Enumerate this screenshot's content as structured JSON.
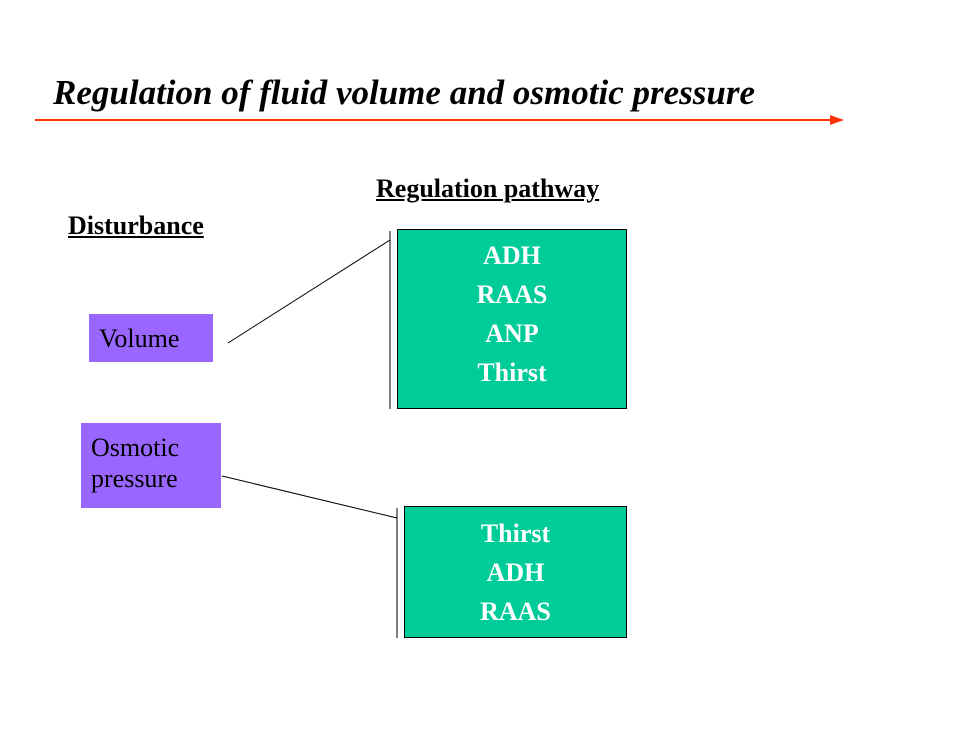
{
  "title": "Regulation of fluid volume and osmotic pressure",
  "headings": {
    "pathway": "Regulation pathway",
    "disturbance": "Disturbance"
  },
  "disturbances": {
    "volume": {
      "label": "Volume"
    },
    "osmotic": {
      "line1": "Osmotic",
      "line2": "pressure"
    }
  },
  "pathways": {
    "volume": [
      "ADH",
      "RAAS",
      "ANP",
      "Thirst"
    ],
    "osmotic": [
      "Thirst",
      "ADH",
      "RAAS"
    ]
  },
  "colors": {
    "title_arrow": "#ff3300",
    "disturbance_fill": "#9966ff",
    "pathway_fill": "#00cc99",
    "pathway_text": "#ffffff"
  }
}
